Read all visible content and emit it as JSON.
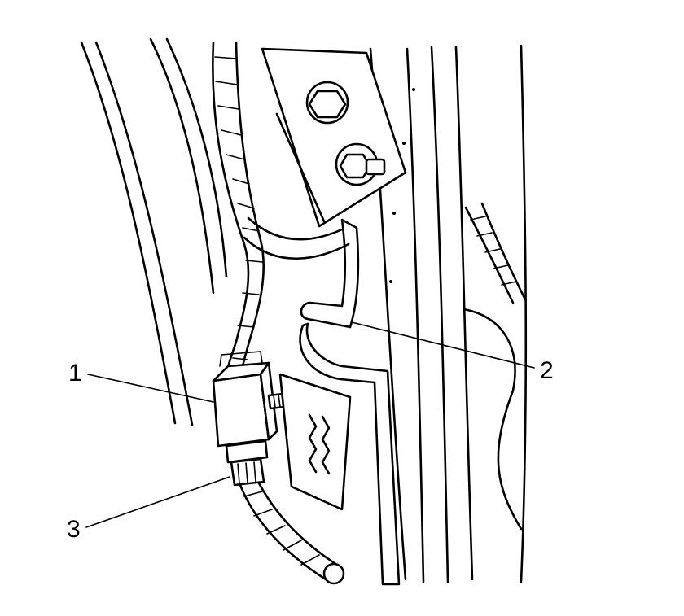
{
  "callouts": [
    {
      "id": "1",
      "label": "1",
      "part": "relay"
    },
    {
      "id": "2",
      "label": "2",
      "part": "bracket"
    },
    {
      "id": "3",
      "label": "3",
      "part": "electrical-connector"
    }
  ],
  "colors": {
    "ink": "#000000",
    "paper": "#ffffff"
  }
}
